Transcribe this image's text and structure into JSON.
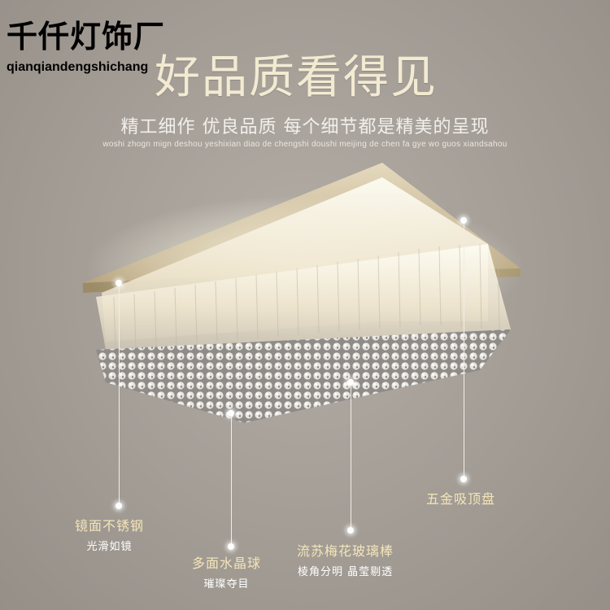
{
  "brand": {
    "name_cn": "千仟灯饰厂",
    "name_en": "qianqiandengshichang"
  },
  "headline": "好品质看得见",
  "subtitle": "精工细作  优良品质 每个细节都是精美的呈现",
  "pinyin": "woshi zhogn mign deshou yeshixian diao de chengshi doushi meijing de chen fa gye wo guos xiandsahou",
  "callouts": [
    {
      "name": "mirror-steel",
      "title": "镜面不锈钢",
      "desc": "光滑如镜"
    },
    {
      "name": "crystal-ball",
      "title": "多面水晶球",
      "desc": "璀璨夺目"
    },
    {
      "name": "glass-rod",
      "title": "流苏梅花玻璃棒",
      "desc": "棱角分明 晶莹剔透"
    },
    {
      "name": "ceiling-plate",
      "title": "五金吸顶盘",
      "desc": ""
    }
  ],
  "colors": {
    "background": "#a9a39c",
    "headline": "#f3ead2",
    "callout_title": "#f4e5b8",
    "callout_desc": "#ffffff"
  }
}
